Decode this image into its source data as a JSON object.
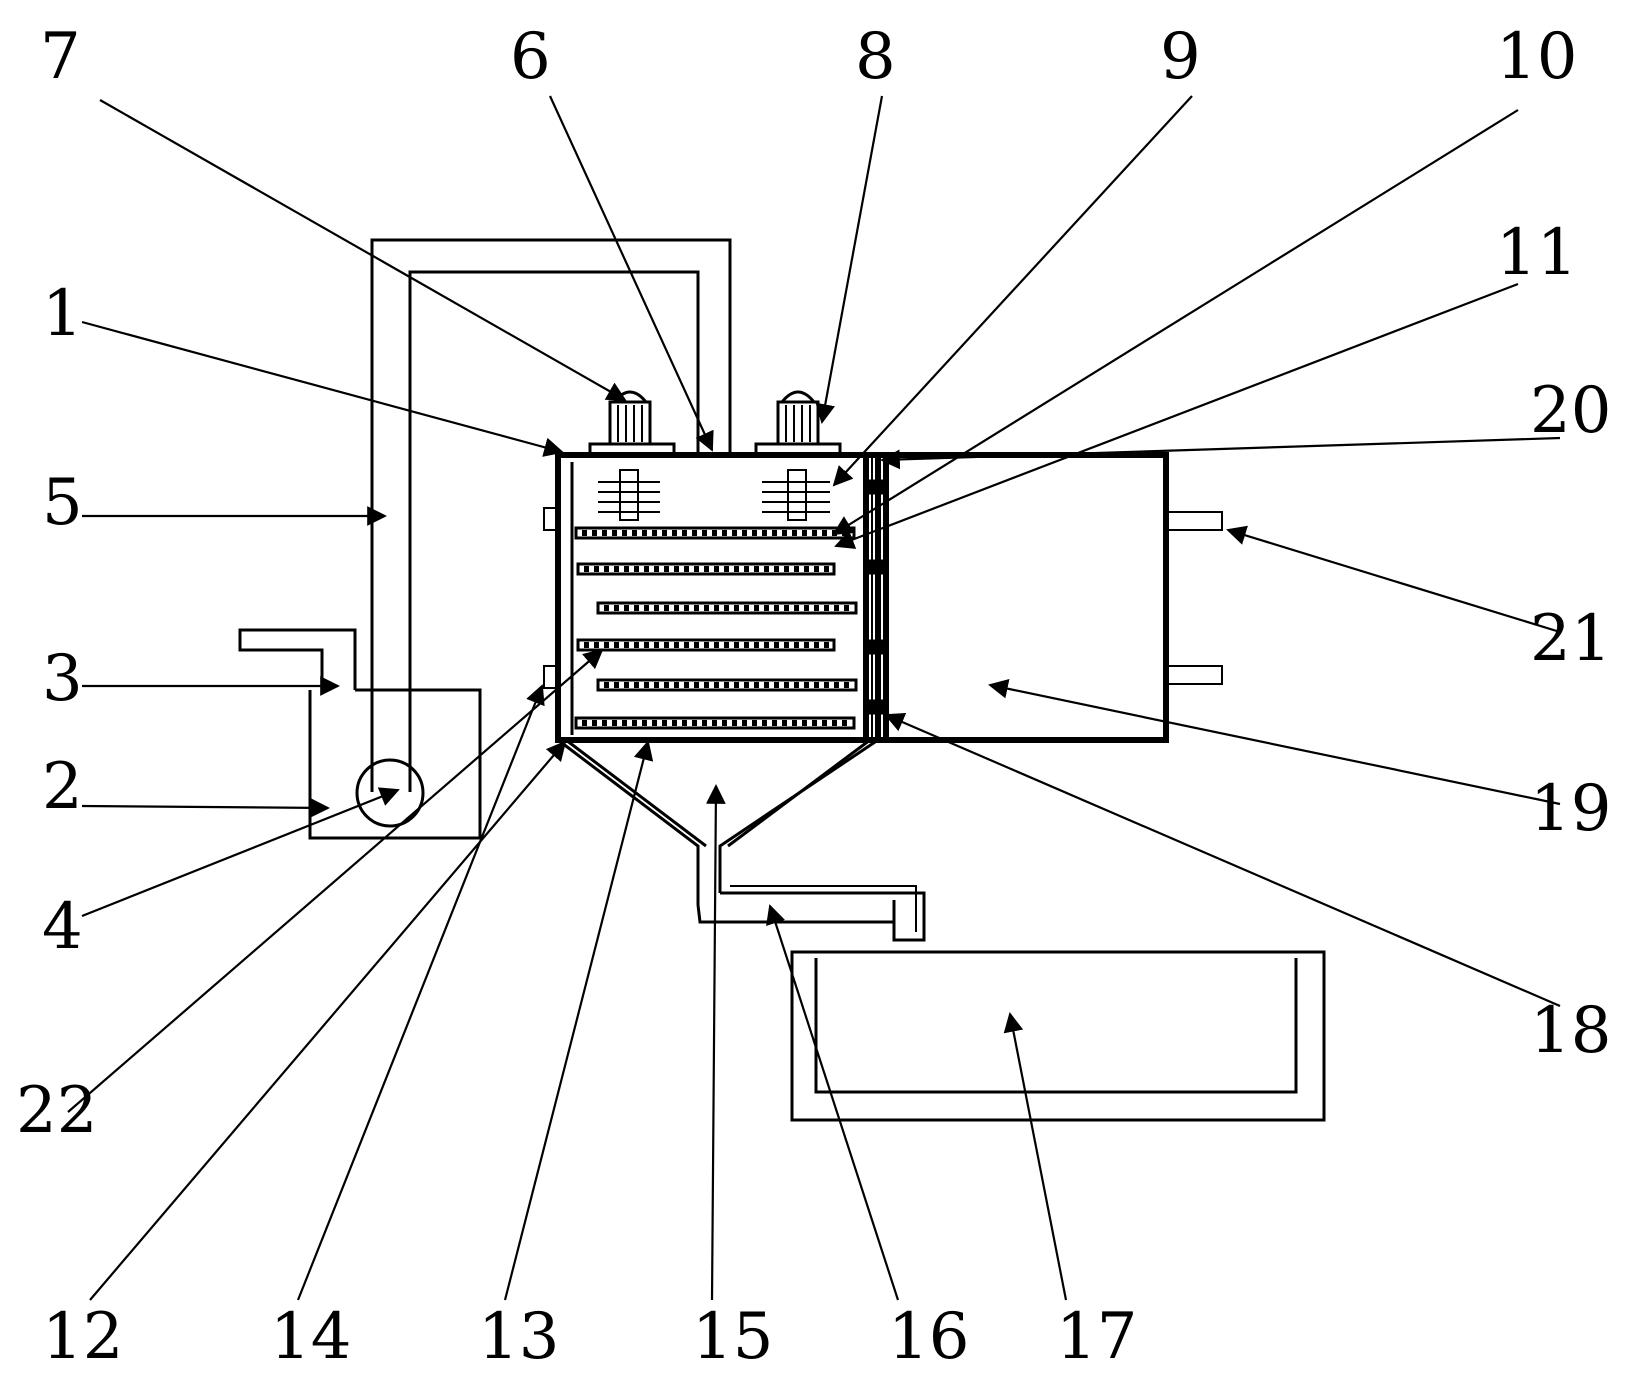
{
  "labels": [
    "1",
    "2",
    "3",
    "4",
    "5",
    "6",
    "7",
    "8",
    "9",
    "10",
    "11",
    "12",
    "13",
    "14",
    "15",
    "16",
    "17",
    "18",
    "19",
    "20",
    "21",
    "22"
  ]
}
